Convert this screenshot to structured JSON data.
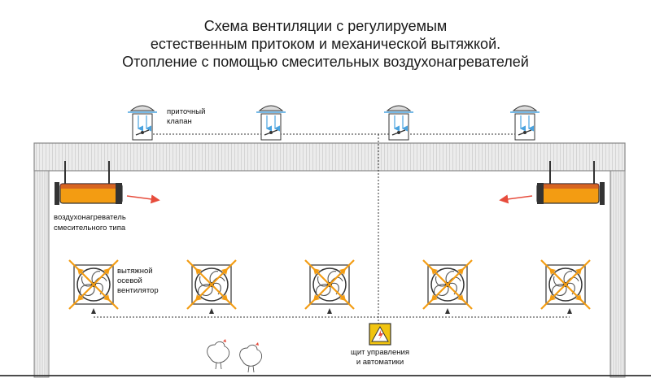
{
  "title": {
    "line1": "Схема вентиляции с регулируемым",
    "line2": "естественным притоком и механической вытяжкой.",
    "line3": "Отопление с помощью смесительных воздухонагревателей"
  },
  "labels": {
    "inlet_valve_1": "приточный",
    "inlet_valve_2": "клапан",
    "heater_1": "воздухонагреватель",
    "heater_2": "смесительного типа",
    "fan_1": "вытяжной",
    "fan_2": "осевой",
    "fan_3": "вентилятор",
    "control_1": "щит управления",
    "control_2": "и автоматики"
  },
  "icons": {
    "inlet_valve": "inlet-valve-icon",
    "heater": "air-heater-icon",
    "fan": "axial-fan-icon",
    "control_panel": "warning-lightning-icon",
    "poultry": "chicken-icon"
  },
  "colors": {
    "line": "#333333",
    "structure": "#888888",
    "roof_fill": "#e6e6e6",
    "inlet_arrow": "#4aa3df",
    "heater_body": "#f39c12",
    "heater_dark": "#c0392b",
    "heat_arrow": "#e74c3c",
    "fan_accent": "#f39c12",
    "fan_blade": "#555555",
    "panel_fill": "#f1c40f"
  }
}
